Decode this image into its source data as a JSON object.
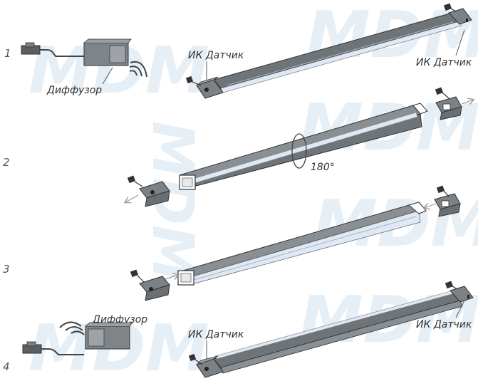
{
  "watermark": "MDM",
  "steps": [
    {
      "number": "1",
      "sensor_label_left": "ИК Датчик",
      "sensor_label_right": "ИК Датчик",
      "diffuser_label": "Диффузор"
    },
    {
      "number": "2",
      "rotation_label": "180°"
    },
    {
      "number": "3"
    },
    {
      "number": "4",
      "sensor_label_left": "ИК Датчик",
      "sensor_label_right": "ИК Датчик",
      "diffuser_label": "Диффузор"
    }
  ],
  "colors": {
    "profile_dark": "#6f7478",
    "profile_mid": "#8a8f94",
    "diffuser_blue": "#dfe9f5",
    "endcap": "#7c8185",
    "arrow": "#999999",
    "text": "#333333",
    "watermark": "#e6eef6"
  }
}
